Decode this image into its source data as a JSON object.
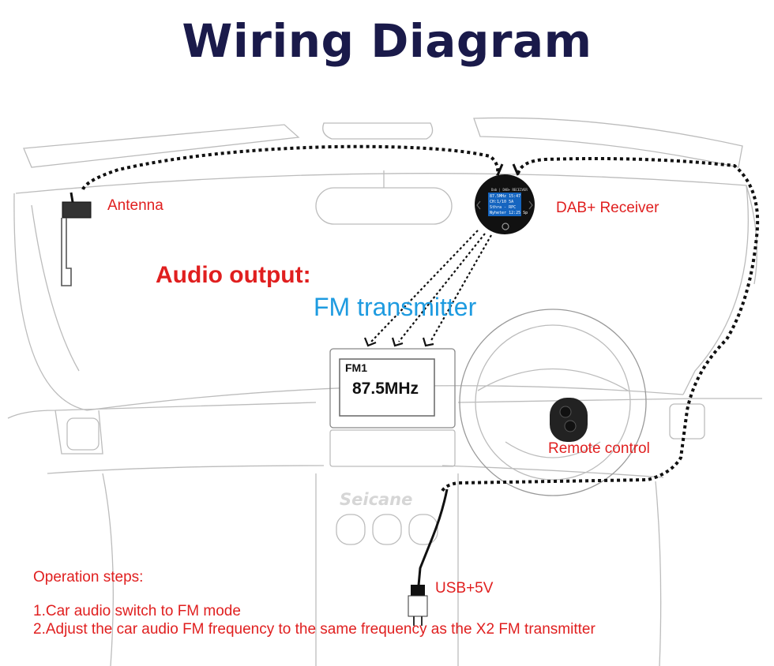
{
  "title": "Wiring Diagram",
  "labels": {
    "antenna": "Antenna",
    "dab_receiver": "DAB+ Receiver",
    "remote_control": "Remote control",
    "usb": "USB+5V"
  },
  "audio_output": {
    "heading": "Audio output:",
    "method": "FM transmitter"
  },
  "fm_display": {
    "band": "FM1",
    "frequency": "87.5MHz"
  },
  "receiver_screen": {
    "header": "Dab | DAB+ RECEIVER",
    "line1": "87.5MHz   15:47",
    "line2": "CH:1/10        5A",
    "line3": "Sthra  -  RPC",
    "line4": "Nyheter 12:25 Sp"
  },
  "brand": "Seicane",
  "steps": {
    "heading": "Operation steps:",
    "items": [
      "1.Car audio switch to FM mode",
      "2.Adjust the car audio FM frequency to the same frequency as the X2 FM transmitter"
    ]
  },
  "colors": {
    "title": "#1a1a4a",
    "label_red": "#e01f1f",
    "fm_blue": "#1e9be0",
    "line_art": "#bbbbbb",
    "cable": "#111111"
  }
}
